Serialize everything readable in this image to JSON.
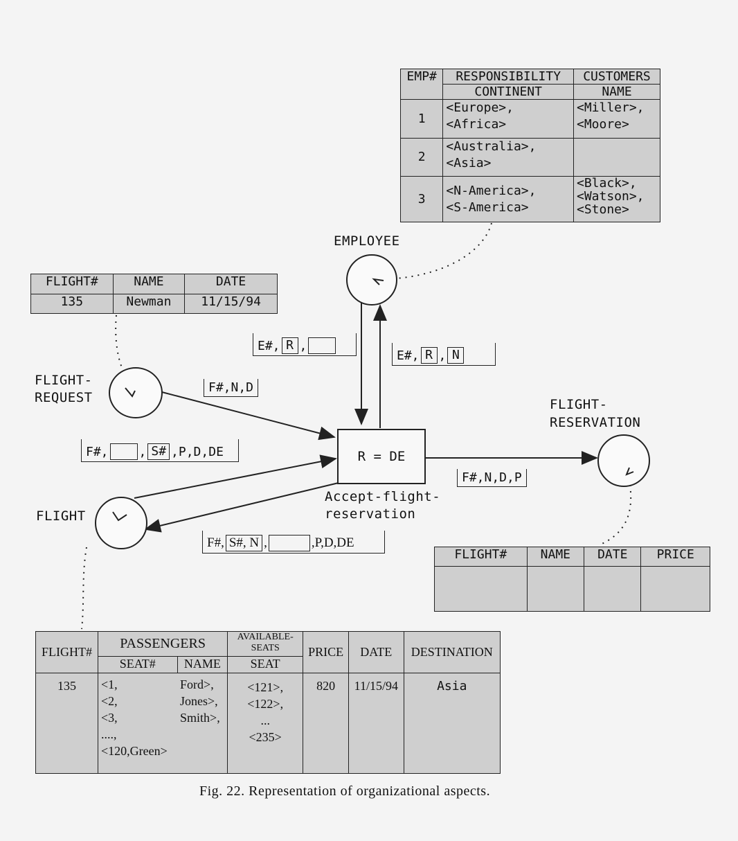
{
  "employee_table": {
    "headers": [
      "EMP#",
      "RESPONSIBILITY",
      "CUSTOMERS"
    ],
    "subheaders": [
      "CONTINENT",
      "NAME"
    ],
    "rows": [
      {
        "emp": "1",
        "continent": [
          "<Europe>,",
          "<Africa>"
        ],
        "customers": [
          "<Miller>,",
          "<Moore>"
        ]
      },
      {
        "emp": "2",
        "continent": [
          "<Australia>,",
          "<Asia>"
        ],
        "customers": []
      },
      {
        "emp": "3",
        "continent": [
          "<N-America>,",
          "<S-America>"
        ],
        "customers": [
          "<Black>,",
          "<Watson>,",
          "<Stone>"
        ]
      }
    ]
  },
  "request_table": {
    "headers": [
      "FLIGHT#",
      "NAME",
      "DATE"
    ],
    "row": [
      "135",
      "Newman",
      "11/15/94"
    ]
  },
  "reservation_table": {
    "headers": [
      "FLIGHT#",
      "NAME",
      "DATE",
      "PRICE"
    ]
  },
  "flight_table": {
    "h_flight": "FLIGHT#",
    "h_passengers": "PASSENGERS",
    "h_seat": "SEAT#",
    "h_name": "NAME",
    "h_available": "AVAILABLE-SEATS",
    "h_avail_seat": "SEAT",
    "h_price": "PRICE",
    "h_date": "DATE",
    "h_destination": "DESTINATION",
    "flight": "135",
    "seat_lines": [
      "<1,",
      "<2,",
      "<3,",
      "....,",
      "<120,Green>"
    ],
    "name_lines": [
      "Ford>,",
      "Jones>,",
      "Smith>,"
    ],
    "avail_lines": [
      "<121>,",
      "<122>,",
      "...",
      "<235>"
    ],
    "price": "820",
    "date": "11/15/94",
    "destination": "Asia"
  },
  "nodes": {
    "employee": "EMPLOYEE",
    "flight_request": "FLIGHT-\nREQUEST",
    "flight_reservation": "FLIGHT-\nRESERVATION",
    "flight": "FLIGHT"
  },
  "transition": {
    "label": "R = DE",
    "name": "Accept-flight-\nreservation"
  },
  "arc_labels": {
    "emp_in": {
      "a": "E#,",
      "b": "R",
      "c": ",",
      "d": ""
    },
    "emp_out": {
      "a": "E#,",
      "b": "R",
      "c": ",",
      "d": "N"
    },
    "request": "F#,N,D",
    "flight_in": {
      "a": "F#,",
      "b": "",
      "c": ",",
      "d": "S#",
      "e": ",P,D,DE"
    },
    "reservation": "F#,N,D,P",
    "flight_out": {
      "a": "F#,",
      "b": "S#, N",
      "c": ",",
      "d": "",
      "e": ",P,D,DE"
    }
  },
  "caption": "Fig. 22. Representation of organizational aspects."
}
